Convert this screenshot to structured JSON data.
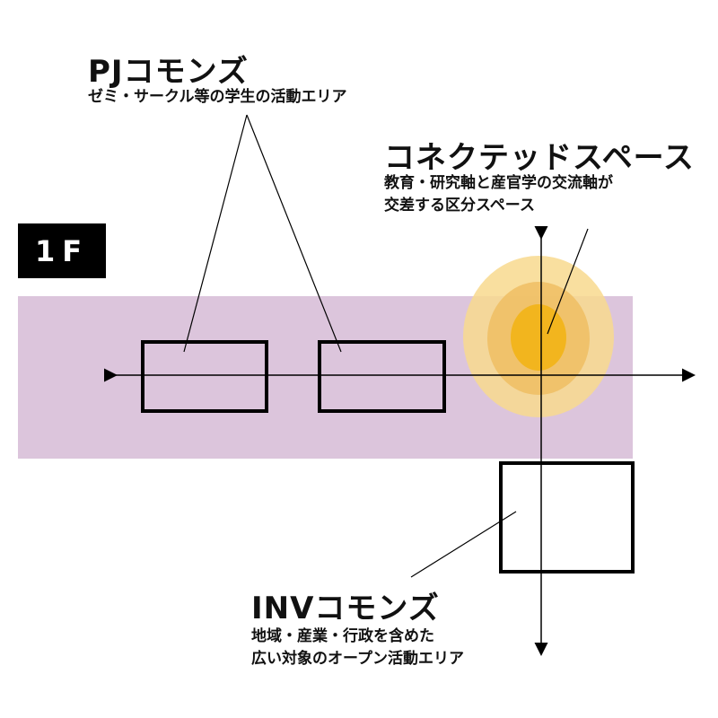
{
  "floor_label": "1F",
  "pj_commons": {
    "title": "PJコモンズ",
    "description": "ゼミ・サークル等の学生の活動エリア"
  },
  "connected_space": {
    "title": "コネクテッドスペース",
    "description_lines": [
      "教育・研究軸と産官学の交流軸が",
      "交差する区分スペース"
    ]
  },
  "inv_commons": {
    "title": "INVコモンズ",
    "description_lines": [
      "地域・産業・行政を含めた",
      "広い対象のオープン活動エリア"
    ]
  },
  "colors": {
    "band": "#dcc5dc",
    "glow_outer": "#f8d98e",
    "glow_mid": "#f0c066",
    "glow_inner": "#f2b51e"
  }
}
